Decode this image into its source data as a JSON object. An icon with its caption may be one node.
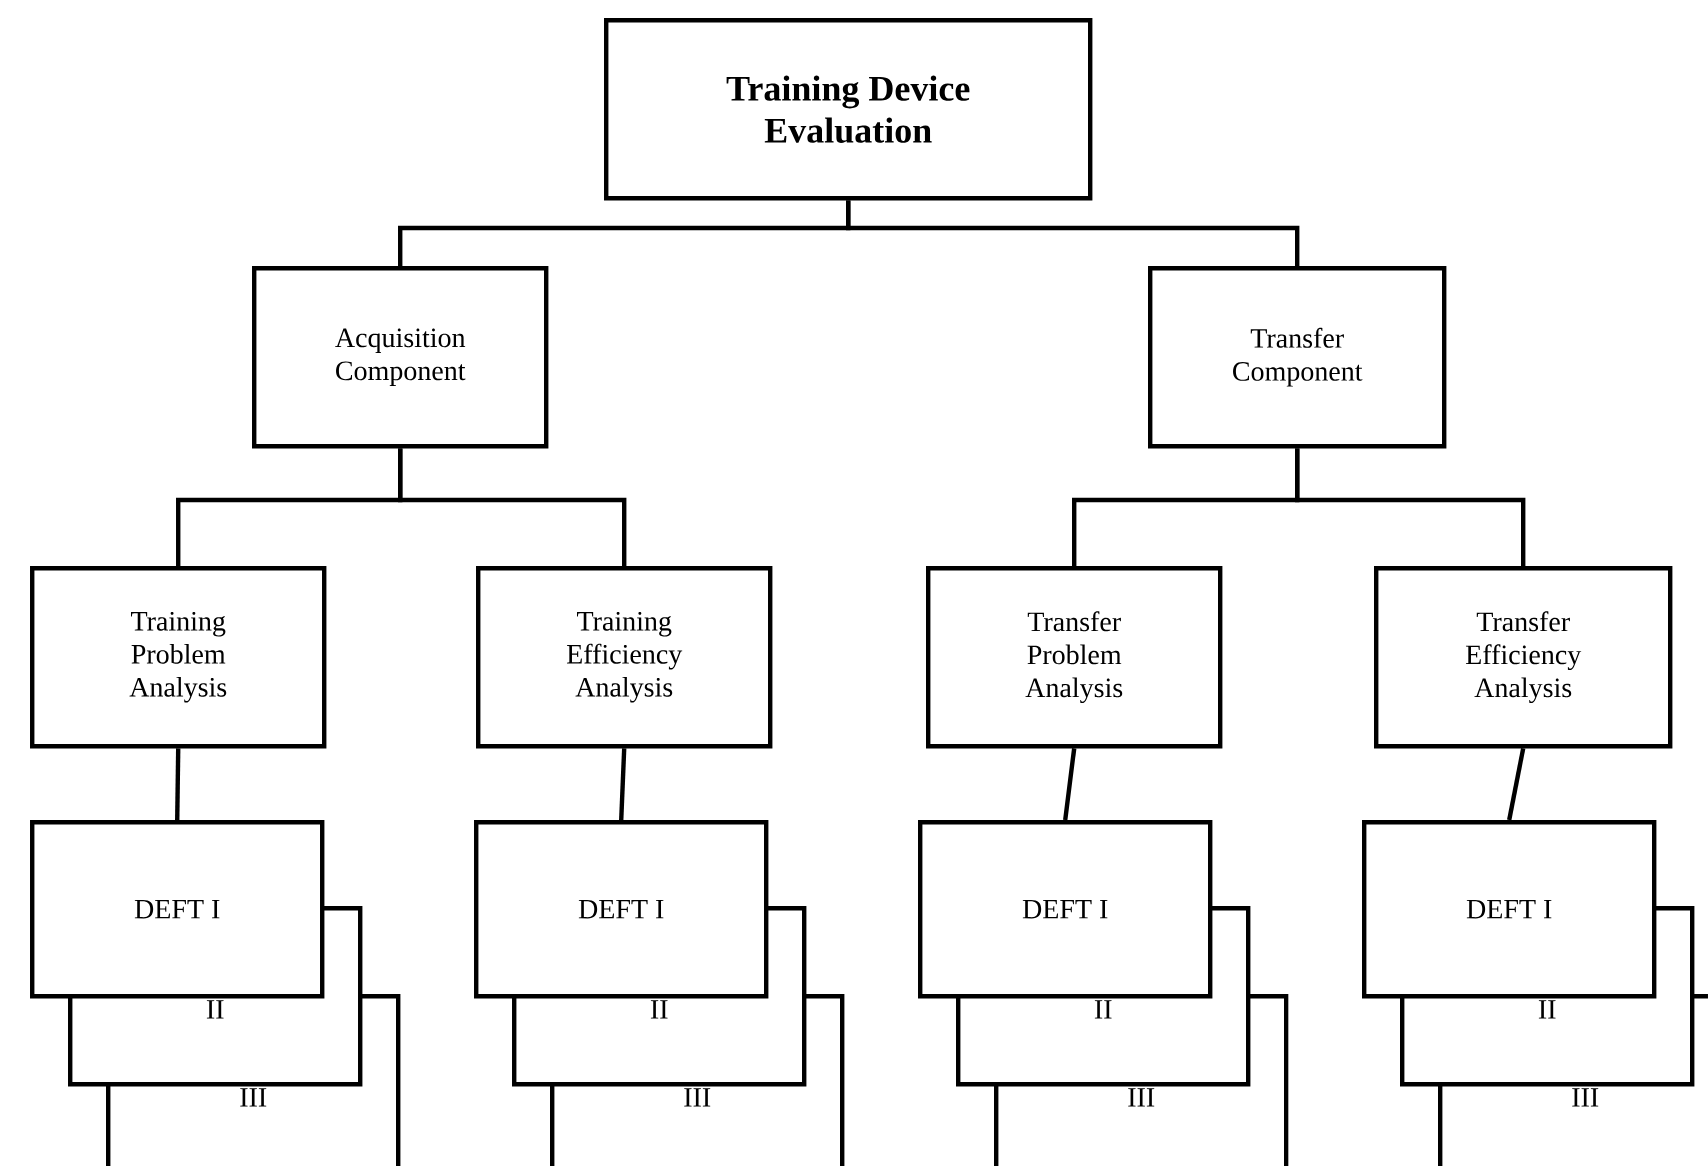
{
  "diagram": {
    "nodes": [
      {
        "text": [
          "Training Device Evaluation"
        ]
      },
      {
        "text": [
          "Acquisition Component"
        ]
      },
      {
        "text": [
          "Transfer Component"
        ]
      },
      {
        "text": [
          "Training Problem Analysis"
        ]
      },
      {
        "text": [
          "Training Efficiency Analysis"
        ]
      },
      {
        "text": [
          "Transfer Problem Analysis"
        ]
      },
      {
        "text": [
          "Transfer Efficiency Analysis"
        ]
      },
      {
        "text": [
          "DEFT I"
        ]
      },
      {
        "text": [
          "II"
        ]
      },
      {
        "text": [
          "III"
        ]
      },
      {
        "text": [
          "DEFT I"
        ]
      },
      {
        "text": [
          "II"
        ]
      },
      {
        "text": [
          "III"
        ]
      },
      {
        "text": [
          "DEFT I"
        ]
      },
      {
        "text": [
          "II"
        ]
      },
      {
        "text": [
          "III"
        ]
      },
      {
        "text": [
          "DEFT I"
        ]
      },
      {
        "text": [
          "II"
        ]
      },
      {
        "text": [
          "III"
        ]
      }
    ],
    "edges": [
      {
        "from": 0,
        "to": 1,
        "arrow": "none"
      },
      {
        "from": 0,
        "to": 2,
        "arrow": "none"
      },
      {
        "from": 1,
        "to": 3,
        "arrow": "none"
      },
      {
        "from": 1,
        "to": 4,
        "arrow": "none"
      },
      {
        "from": 2,
        "to": 5,
        "arrow": "none"
      },
      {
        "from": 2,
        "to": 6,
        "arrow": "none"
      },
      {
        "from": 3,
        "to": 7,
        "arrow": "none"
      },
      {
        "from": 4,
        "to": 10,
        "arrow": "none"
      },
      {
        "from": 5,
        "to": 13,
        "arrow": "none"
      },
      {
        "from": 6,
        "to": 16,
        "arrow": "none"
      }
    ]
  }
}
